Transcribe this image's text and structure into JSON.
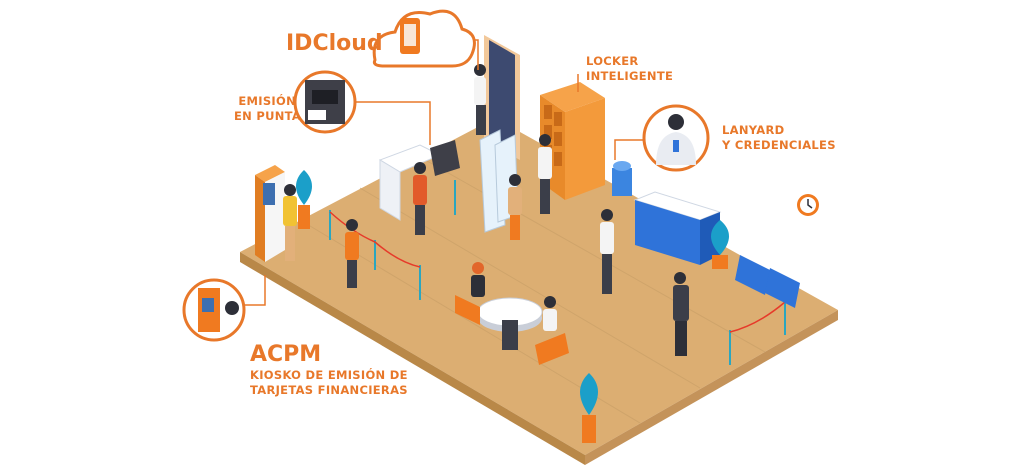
{
  "brand": {
    "accent": "#e8782a",
    "floor": "#d9a86c",
    "furniture_blue": "#2f73d9"
  },
  "labels": {
    "idcloud": "IDCloud",
    "emision": [
      "EMISIÓN",
      "EN PUNTA"
    ],
    "locker": [
      "LOCKER",
      "INTELIGENTE"
    ],
    "lanyard": [
      "LANYARD",
      "Y CREDENCIALES"
    ],
    "acpm_title": "ACPM",
    "acpm": [
      "KIOSKO DE EMISIÓN DE",
      "TARJETAS FINANCIERAS"
    ]
  },
  "icons": [
    "cloud-phone-icon",
    "card-printer-icon",
    "badge-person-icon",
    "kiosk-card-icon",
    "clock-icon"
  ]
}
